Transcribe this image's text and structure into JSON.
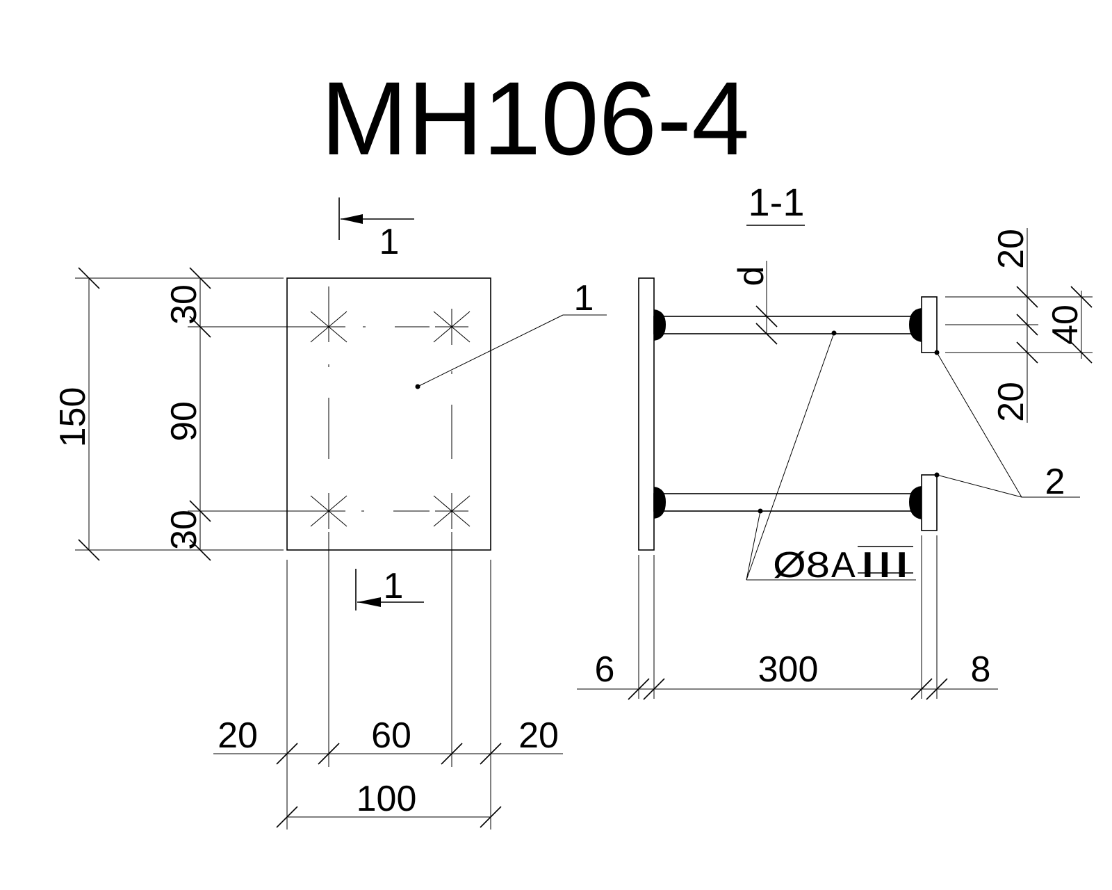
{
  "title": "MH106-4",
  "plan": {
    "section_mark_top": "1",
    "section_mark_bottom": "1",
    "callout": "1",
    "dim_height_total": "150",
    "dim_top_offset": "30",
    "dim_middle": "90",
    "dim_bottom_offset": "30",
    "dim_left_offset": "20",
    "dim_middle_width": "60",
    "dim_right_offset": "20",
    "dim_width_total": "100"
  },
  "section": {
    "label": "1-1",
    "dim_d": "d",
    "dim_plate": "6",
    "dim_length": "300",
    "dim_end_plate": "8",
    "dim_top": "20",
    "dim_height": "40",
    "dim_bottom": "20",
    "callout": "2",
    "rebar_diameter": "Ø8",
    "rebar_class": "А",
    "rebar_grade": "III"
  }
}
